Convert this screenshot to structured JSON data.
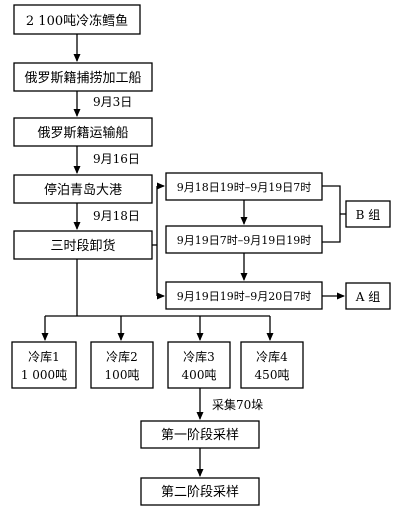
{
  "flow": {
    "origin": "2 100吨冷冻鳕鱼",
    "vessel_fishing": "俄罗斯籍捕捞加工船",
    "date_transfer": "9月3日",
    "vessel_transport": "俄罗斯籍运输船",
    "date_arrive": "9月16日",
    "port": "停泊青岛大港",
    "date_unload": "9月18日",
    "unload": "三时段卸货"
  },
  "periods": [
    "9月18日19时–9月19日7时",
    "9月19日7时–9月19日19时",
    "9月19日19时–9月20日7时"
  ],
  "groups": {
    "b": "B 组",
    "a": "A 组"
  },
  "storage": [
    {
      "name": "冷库1",
      "amount": "1 000吨"
    },
    {
      "name": "冷库2",
      "amount": "100吨"
    },
    {
      "name": "冷库3",
      "amount": "400吨"
    },
    {
      "name": "冷库4",
      "amount": "450吨"
    }
  ],
  "sampling": {
    "collect_label": "采集70垛",
    "stage1": "第一阶段采样",
    "stage2": "第二阶段采样"
  }
}
